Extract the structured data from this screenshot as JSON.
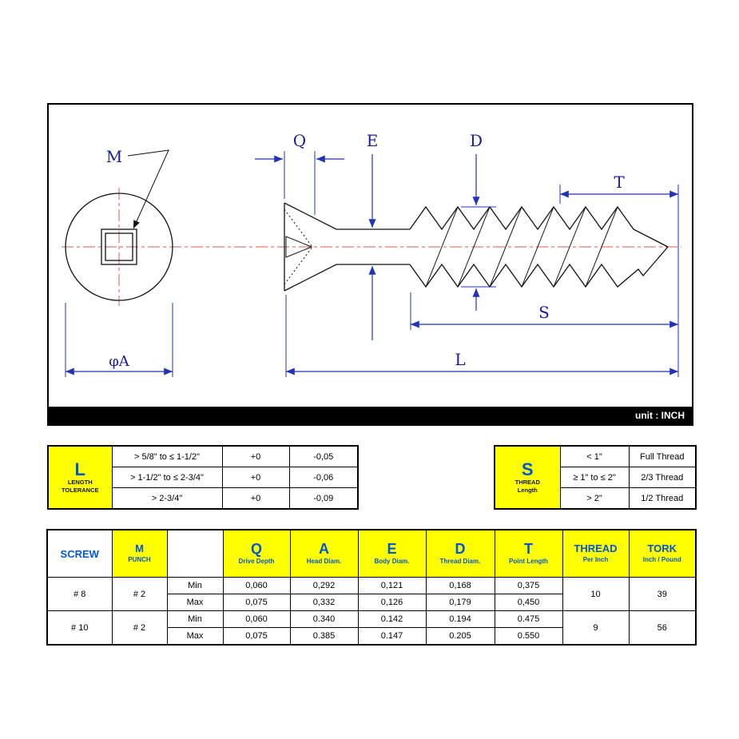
{
  "drawing": {
    "labels": {
      "m": "M",
      "q": "Q",
      "e": "E",
      "d": "D",
      "t": "T",
      "s": "S",
      "l": "L",
      "phi_a": "φA"
    },
    "unit": "unit : INCH"
  },
  "tol_l": {
    "letter": "L",
    "sub1": "LENGTH",
    "sub2": "TOLERANCE",
    "rows": [
      {
        "range": "> 5/8\" to ≤ 1-1/2\"",
        "plus": "+0",
        "minus": "-0,05"
      },
      {
        "range": "> 1-1/2\" to ≤ 2-3/4\"",
        "plus": "+0",
        "minus": "-0,06"
      },
      {
        "range": "> 2-3/4\"",
        "plus": "+0",
        "minus": "-0,09"
      }
    ]
  },
  "tol_s": {
    "letter": "S",
    "sub1": "THREAD",
    "sub2": "Length",
    "rows": [
      {
        "range": "< 1\"",
        "value": "Full Thread"
      },
      {
        "range": "≥ 1\" to ≤ 2\"",
        "value": "2/3 Thread"
      },
      {
        "range": "> 2\"",
        "value": "1/2 Thread"
      }
    ]
  },
  "spec": {
    "h": {
      "screw": "SCREW",
      "m": "M",
      "m_sub": "PUNCH",
      "q": "Q",
      "q_sub": "Drive Depth",
      "a": "A",
      "a_sub": "Head Diam.",
      "e": "E",
      "e_sub": "Body Diam.",
      "d": "D",
      "d_sub": "Thread Diam.",
      "t": "T",
      "t_sub": "Point Length",
      "thread": "THREAD",
      "thread_sub": "Per Inch",
      "tork": "TORK",
      "tork_sub": "Inch / Pound"
    },
    "rows": [
      {
        "screw": "# 8",
        "punch": "# 2",
        "mm": "Min",
        "q": "0,060",
        "a": "0,292",
        "e": "0,121",
        "d": "0,168",
        "t": "0,375",
        "thread": "10",
        "tork": "39"
      },
      {
        "mm": "Max",
        "q": "0,075",
        "a": "0,332",
        "e": "0,126",
        "d": "0,179",
        "t": "0,450"
      },
      {
        "screw": "# 10",
        "punch": "# 2",
        "mm": "Min",
        "q": "0,060",
        "a": "0.340",
        "e": "0.142",
        "d": "0.194",
        "t": "0.475",
        "thread": "9",
        "tork": "56"
      },
      {
        "mm": "Max",
        "q": "0,075",
        "a": "0.385",
        "e": "0.147",
        "d": "0.205",
        "t": "0.550"
      }
    ]
  }
}
